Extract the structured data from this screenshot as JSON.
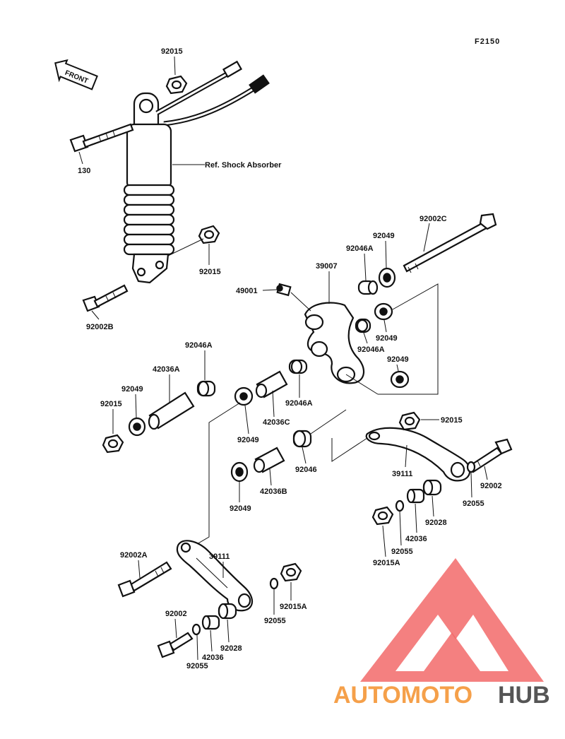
{
  "diagram_code": "F2150",
  "front_label": "FRONT",
  "ref_label": "Ref. Shock Absorber",
  "watermark": {
    "part1": "AUTOMOTO",
    "part2": "HUB",
    "orange": "#f5a04a",
    "pink": "#f26a6a",
    "grey": "#555555",
    "red": "#f05050"
  },
  "labels": {
    "p92015_top": "92015",
    "p130": "130",
    "p92015_mid": "92015",
    "p92002B": "92002B",
    "p92002C": "92002C",
    "p92049_a": "92049",
    "p92046A_a": "92046A",
    "p39007": "39007",
    "p49001": "49001",
    "p92049_b": "92049",
    "p92046A_b": "92046A",
    "p92049_c": "92049",
    "p92046A_c": "92046A",
    "p42036A": "42036A",
    "p92049_d": "92049",
    "p92015_left": "92015",
    "p42036C": "42036C",
    "p92046A_d": "92046A",
    "p92049_e": "92049",
    "p92046": "92046",
    "p42036B": "42036B",
    "p92049_f": "92049",
    "p92015_right": "92015",
    "p39111_right": "39111",
    "p92002_right": "92002",
    "p92055_right": "92055",
    "p92028_right": "92028",
    "p42036_right": "42036",
    "p92055_mid": "92055",
    "p92015A_right": "92015A",
    "p92002A": "92002A",
    "p39111_left": "39111",
    "p92055_low": "92055",
    "p92015A_low": "92015A",
    "p92002_low": "92002",
    "p42036_low": "42036",
    "p92028_low": "92028",
    "p92055_bottom": "92055"
  }
}
